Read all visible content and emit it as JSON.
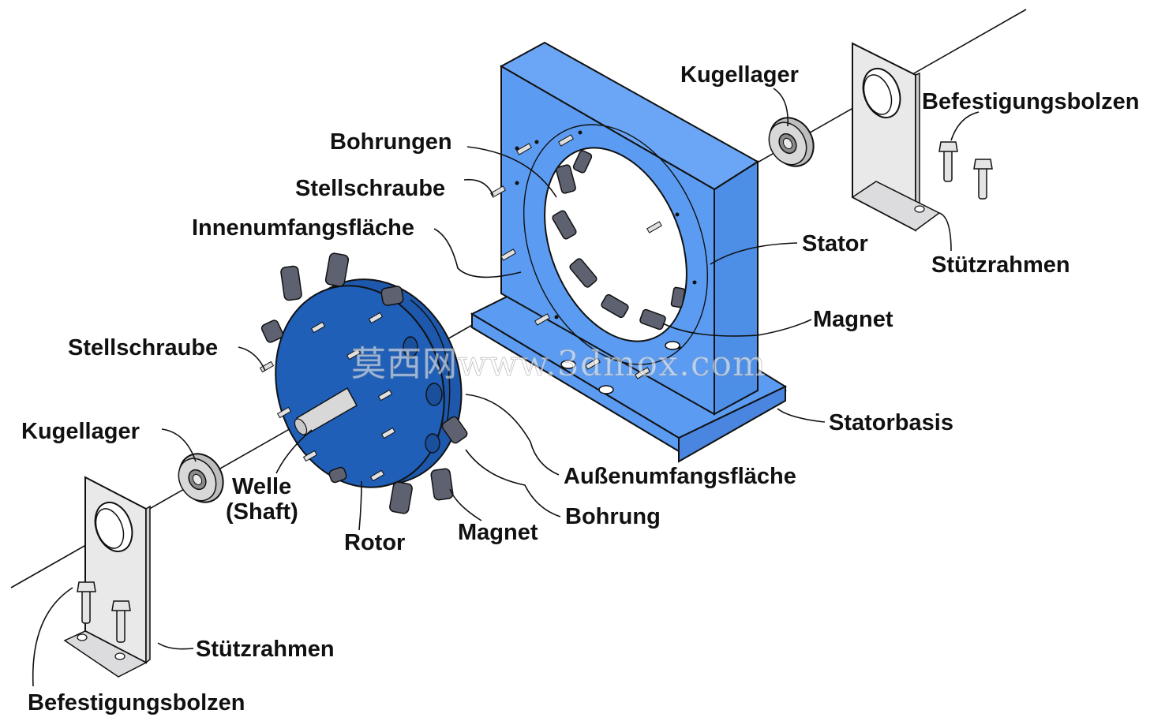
{
  "labels": {
    "kugellager_top": "Kugellager",
    "befestigungsbolzen_top": "Befestigungsbolzen",
    "bohrungen": "Bohrungen",
    "stellschraube_top": "Stellschraube",
    "innenumfangsflaeche": "Innenumfangsfläche",
    "stator": "Stator",
    "stuetzrahmen_top": "Stützrahmen",
    "magnet_right": "Magnet",
    "stellschraube_left": "Stellschraube",
    "statorbasis": "Statorbasis",
    "kugellager_left": "Kugellager",
    "aussenumfangsflaeche": "Außenumfangsfläche",
    "welle": "Welle",
    "shaft": "(Shaft)",
    "bohrung": "Bohrung",
    "rotor": "Rotor",
    "magnet_bottom": "Magnet",
    "stuetzrahmen_bottom": "Stützrahmen",
    "befestigungsbolzen_bottom": "Befestigungsbolzen"
  },
  "watermark": "莫西网www.3dmox.com",
  "colors": {
    "stator_blue": "#5b9cf2",
    "rotor_blue": "#1f5fb8",
    "magnet_gray": "#5e6170",
    "frame_gray": "#e9e9ea",
    "outline": "#111111"
  }
}
